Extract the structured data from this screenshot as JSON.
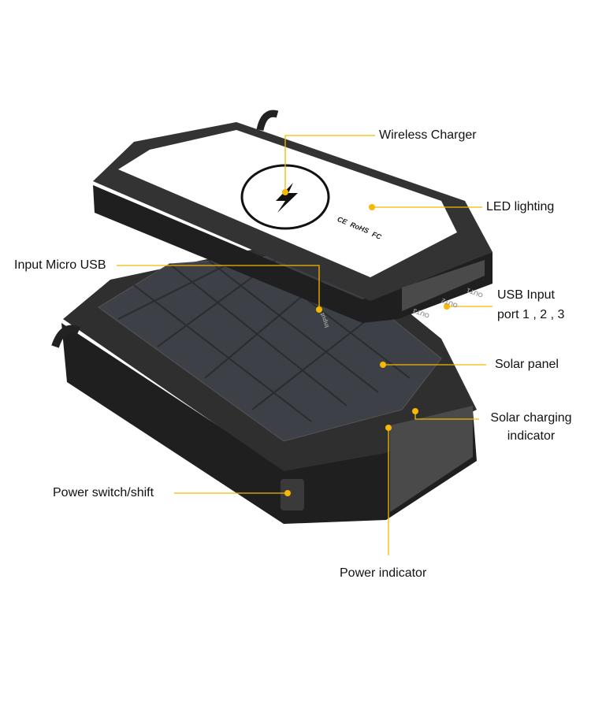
{
  "accent_color": "#f6b800",
  "device_colors": {
    "body": "#2b2b2b",
    "rim": "#3a3a3a",
    "panel": "#ffffff",
    "solar": "#3c3f44"
  },
  "callouts": {
    "wireless_charger": "Wireless Charger",
    "led_lighting": "LED lighting",
    "input_micro_usb": "Input Micro USB",
    "usb_input_line1": "USB Input",
    "usb_input_line2": "port 1 , 2 , 3",
    "solar_panel": "Solar panel",
    "solar_indicator_line1": "Solar charging",
    "solar_indicator_line2": "indicator",
    "power_switch": "Power switch/shift",
    "power_indicator": "Power indicator"
  },
  "device_print": {
    "port_labels": [
      "OUT1",
      "OUT2",
      "OUT3",
      "Input"
    ],
    "certifications": [
      "CE",
      "RoHS",
      "FC"
    ]
  }
}
